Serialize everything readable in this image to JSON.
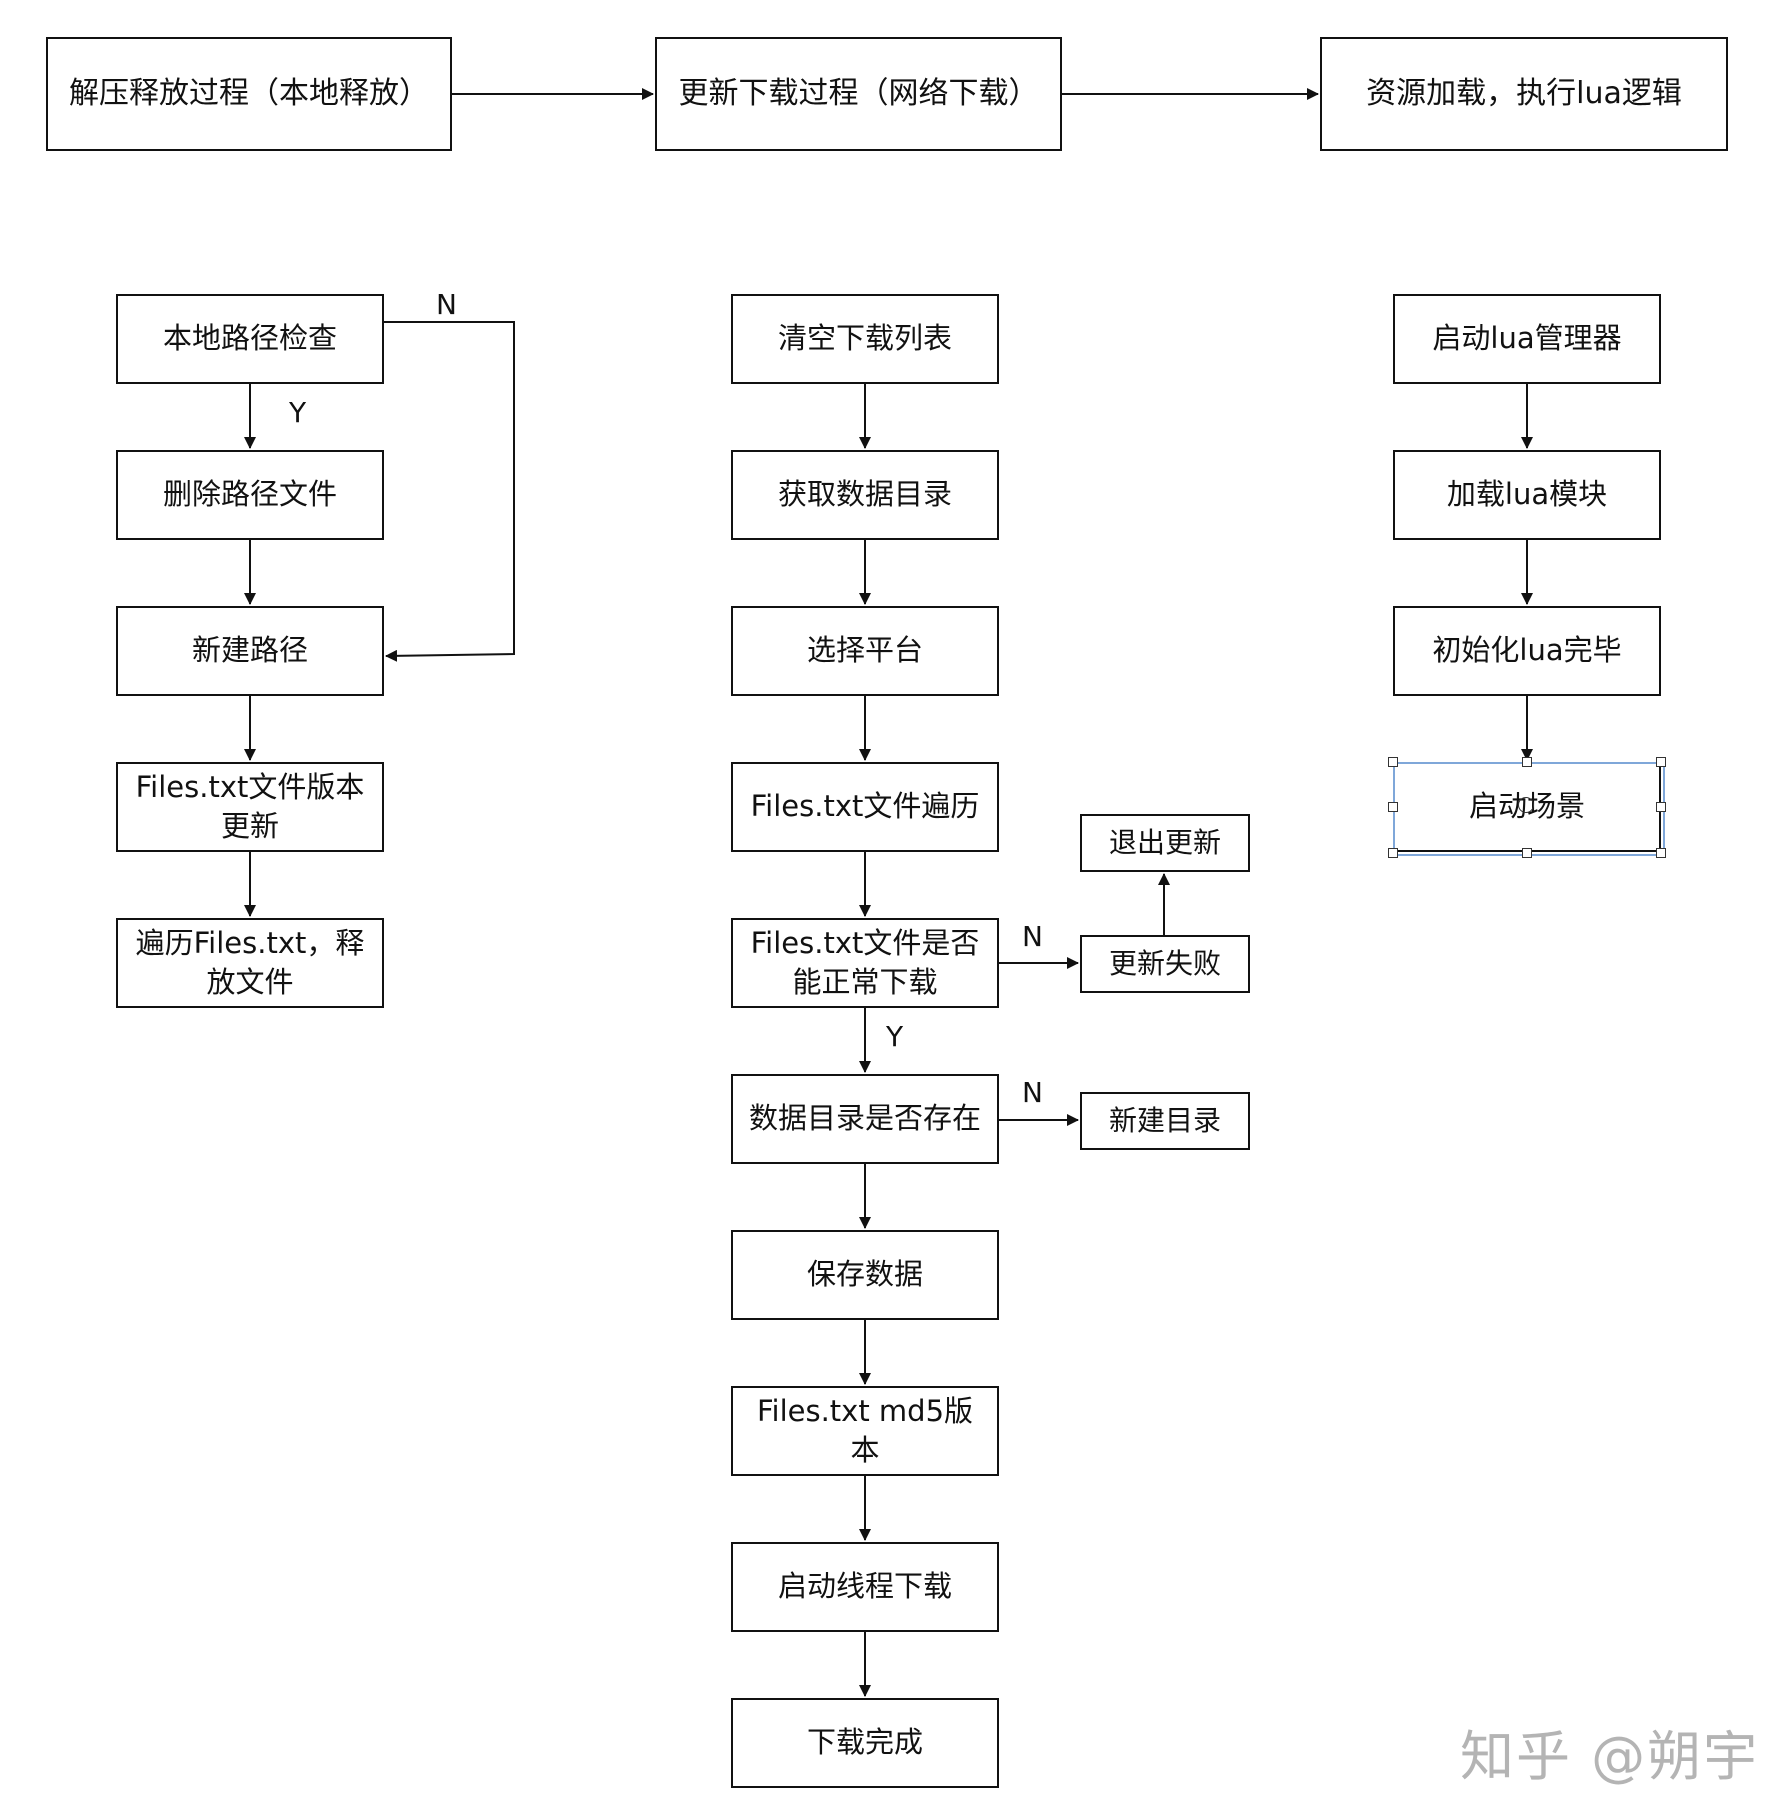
{
  "phases": [
    {
      "id": "phase1",
      "label": "解压释放过程（本地释放）"
    },
    {
      "id": "phase2",
      "label": "更新下载过程（网络下载）"
    },
    {
      "id": "phase3",
      "label": "资源加载，执行lua逻辑"
    }
  ],
  "local_flow": [
    {
      "id": "l1",
      "label": "本地路径检查"
    },
    {
      "id": "l2",
      "label": "删除路径文件"
    },
    {
      "id": "l3",
      "label": "新建路径"
    },
    {
      "id": "l4",
      "label": "Files.txt文件版本更新"
    },
    {
      "id": "l5",
      "label": "遍历Files.txt，释放文件"
    }
  ],
  "download_flow": [
    {
      "id": "d1",
      "label": "清空下载列表"
    },
    {
      "id": "d2",
      "label": "获取数据目录"
    },
    {
      "id": "d3",
      "label": "选择平台"
    },
    {
      "id": "d4",
      "label": "Files.txt文件遍历"
    },
    {
      "id": "d5",
      "label": "Files.txt文件是否能正常下载"
    },
    {
      "id": "d6",
      "label": "数据目录是否存在"
    },
    {
      "id": "d7",
      "label": "保存数据"
    },
    {
      "id": "d8",
      "label": "Files.txt md5版本"
    },
    {
      "id": "d9",
      "label": "启动线程下载"
    },
    {
      "id": "d10",
      "label": "下载完成"
    }
  ],
  "side_boxes": [
    {
      "id": "s1",
      "label": "退出更新"
    },
    {
      "id": "s2",
      "label": "更新失败"
    },
    {
      "id": "s3",
      "label": "新建目录"
    }
  ],
  "lua_flow": [
    {
      "id": "u1",
      "label": "启动lua管理器"
    },
    {
      "id": "u2",
      "label": "加载lua模块"
    },
    {
      "id": "u3",
      "label": "初始化lua完毕"
    },
    {
      "id": "u4",
      "label": "启动场景"
    }
  ],
  "edge_labels": {
    "l_no": "N",
    "l_yes": "Y",
    "d_no_1": "N",
    "d_yes": "Y",
    "d_no_2": "N"
  },
  "watermark": "知乎 @朔宇",
  "colors": {
    "stroke": "#111111",
    "selection": "#7fa7d9",
    "watermark": "#9c9c9c"
  }
}
